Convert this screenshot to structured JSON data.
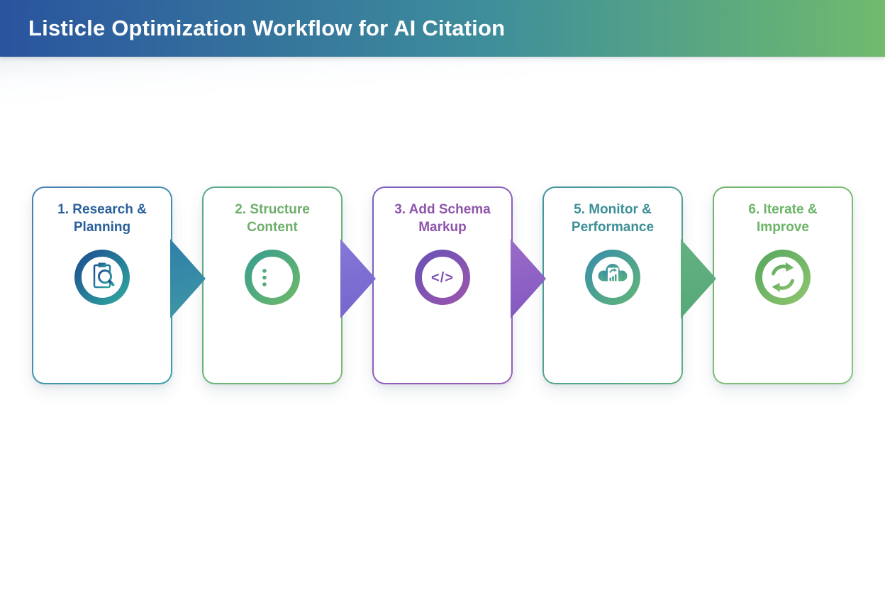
{
  "header": {
    "title": "Listicle Optimization Workflow for AI Citation",
    "colors": {
      "g1": "#2a549e",
      "g2": "#3e8e9b",
      "g3": "#70bb6d"
    }
  },
  "steps": [
    {
      "title": "1. Research & Planning",
      "icon": "clipboard-search-icon",
      "colors": {
        "title": "#2a6099",
        "b1": "#4a7fb5",
        "b2": "#3aa0a8",
        "r1": "#1d4f91",
        "r2": "#2fa6a0"
      }
    },
    {
      "title": "2. Structure Content",
      "icon": "bullet-list-icon",
      "colors": {
        "title": "#6fae6b",
        "b1": "#58a98a",
        "b2": "#79bb6f",
        "r1": "#3a9e8f",
        "r2": "#6cb86a"
      }
    },
    {
      "title": "3. Add Schema Markup",
      "icon": "code-icon",
      "glyph": "</>",
      "colors": {
        "title": "#8e55ab",
        "b1": "#7d5fc0",
        "b2": "#9a5fb5",
        "r1": "#6a52b5",
        "r2": "#9a55ae"
      }
    },
    {
      "title": "5. Monitor & Performance",
      "icon": "analytics-cloud-icon",
      "colors": {
        "title": "#3d8f96",
        "b1": "#3f93a0",
        "b2": "#5fae7e",
        "r1": "#3a8fa8",
        "r2": "#5fb47a"
      }
    },
    {
      "title": "6. Iterate & Improve",
      "icon": "refresh-icon",
      "colors": {
        "title": "#6cb468",
        "b1": "#6fb56c",
        "b2": "#85c47a",
        "r1": "#5aa85f",
        "r2": "#8cc46e"
      }
    }
  ],
  "arrows": [
    {
      "colors": {
        "a1": "#2f7fa9",
        "a2": "#3f97a5"
      }
    },
    {
      "colors": {
        "a1": "#8578d6",
        "a2": "#7364cc"
      }
    },
    {
      "colors": {
        "a1": "#9a6cc9",
        "a2": "#8257c0"
      }
    },
    {
      "colors": {
        "a1": "#64b183",
        "a2": "#55a878"
      }
    }
  ]
}
